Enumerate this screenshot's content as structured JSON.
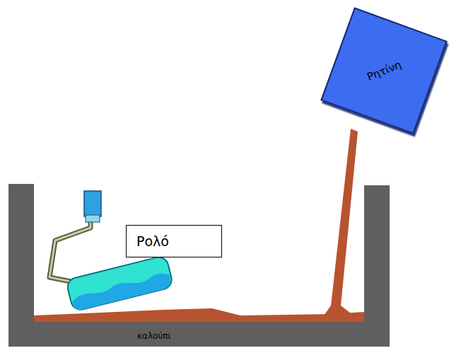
{
  "diagram": {
    "nodes": [
      {
        "text": [
          "Ρητίνη"
        ]
      },
      {
        "text": [
          "Ρολό"
        ]
      }
    ],
    "labels": [
      "καλούπι"
    ]
  }
}
